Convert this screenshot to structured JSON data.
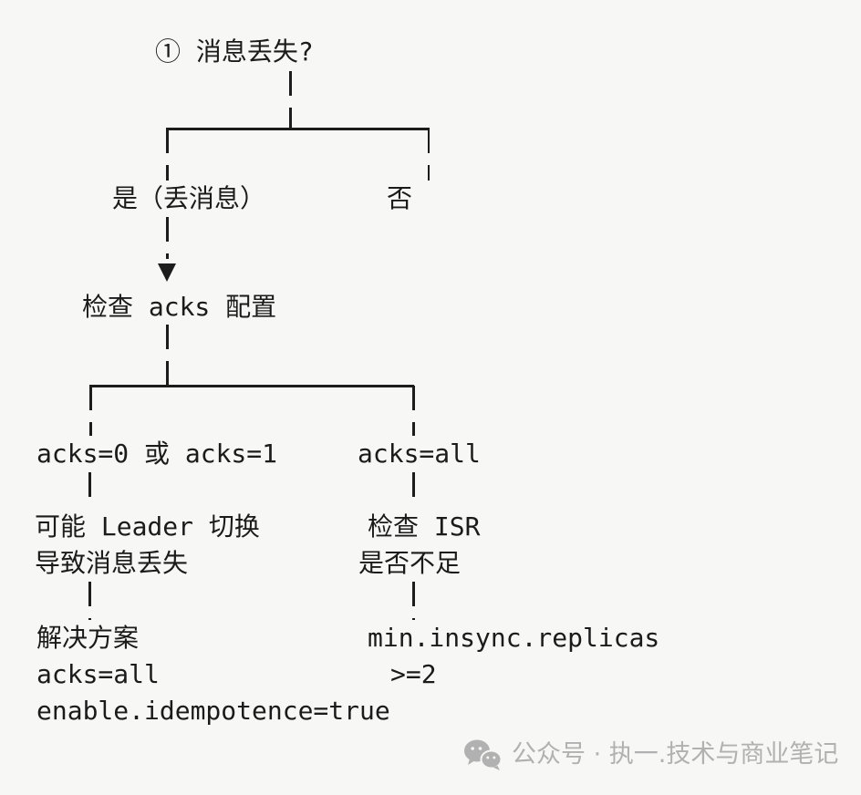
{
  "page": {
    "background_color": "#f7f7f5",
    "line_color": "#1c1c1c",
    "text_color": "#1b1b1b",
    "watermark_color": "#b1b1b1"
  },
  "flowchart": {
    "title": "① 消息丢失?",
    "branch1": {
      "yes_label": "是（丢消息）",
      "no_label": "否"
    },
    "check_acks_label": "检查 acks 配置",
    "branch2": {
      "left_label": "acks=0 或 acks=1",
      "right_label": "acks=all"
    },
    "left_cause": {
      "line1": "可能 Leader 切换",
      "line2": "导致消息丢失"
    },
    "right_check": {
      "line1": "检查 ISR",
      "line2": "是否不足"
    },
    "left_solution": {
      "line1": "解决方案",
      "line2": "acks=all",
      "line3": "enable.idempotence=true"
    },
    "right_solution": {
      "line1": "min.insync.replicas",
      "line2": ">=2"
    }
  },
  "watermark": {
    "icon": "wechat-icon",
    "text": "公众号 · 执一.技术与商业笔记"
  }
}
